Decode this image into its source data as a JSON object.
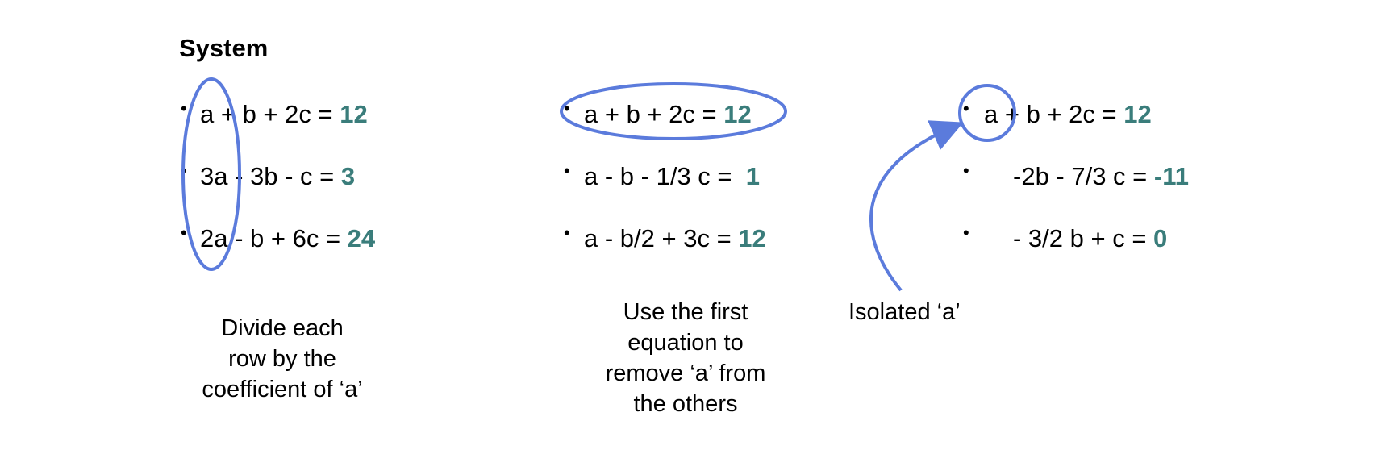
{
  "colors": {
    "accent_outline": "#5b7bdc",
    "rhs_value": "#3a7d7b",
    "text": "#000000"
  },
  "title": "System",
  "columns": [
    {
      "rows": [
        {
          "lhs": "a + b + 2c = ",
          "rhs": "12"
        },
        {
          "lhs": "3a - 3b - c = ",
          "rhs": "3"
        },
        {
          "lhs": "2a - b + 6c = ",
          "rhs": "24"
        }
      ],
      "caption": [
        "Divide each",
        "row by the",
        "coefficient of ‘a’"
      ]
    },
    {
      "rows": [
        {
          "lhs": "a + b + 2c = ",
          "rhs": "12"
        },
        {
          "lhs": "a - b - 1/3 c =  ",
          "rhs": "1"
        },
        {
          "lhs": "a - b/2 + 3c = ",
          "rhs": "12"
        }
      ],
      "caption": [
        "Use the first",
        "equation to",
        "remove ‘a’ from",
        "the others"
      ]
    },
    {
      "rows": [
        {
          "lhs": "a + b + 2c = ",
          "rhs": "12"
        },
        {
          "lhs": "-2b - 7/3 c = ",
          "rhs": "-11"
        },
        {
          "lhs": "- 3/2 b + c = ",
          "rhs": "0"
        }
      ],
      "caption": [
        "Isolated ‘a’"
      ]
    }
  ],
  "bullet_glyph": "•",
  "annotations": {
    "col1": "vertical-ellipse-around-a-coefficients",
    "col2": "horizontal-ellipse-around-first-equation",
    "col3": "circle-around-first-a-with-arrow-icon"
  }
}
